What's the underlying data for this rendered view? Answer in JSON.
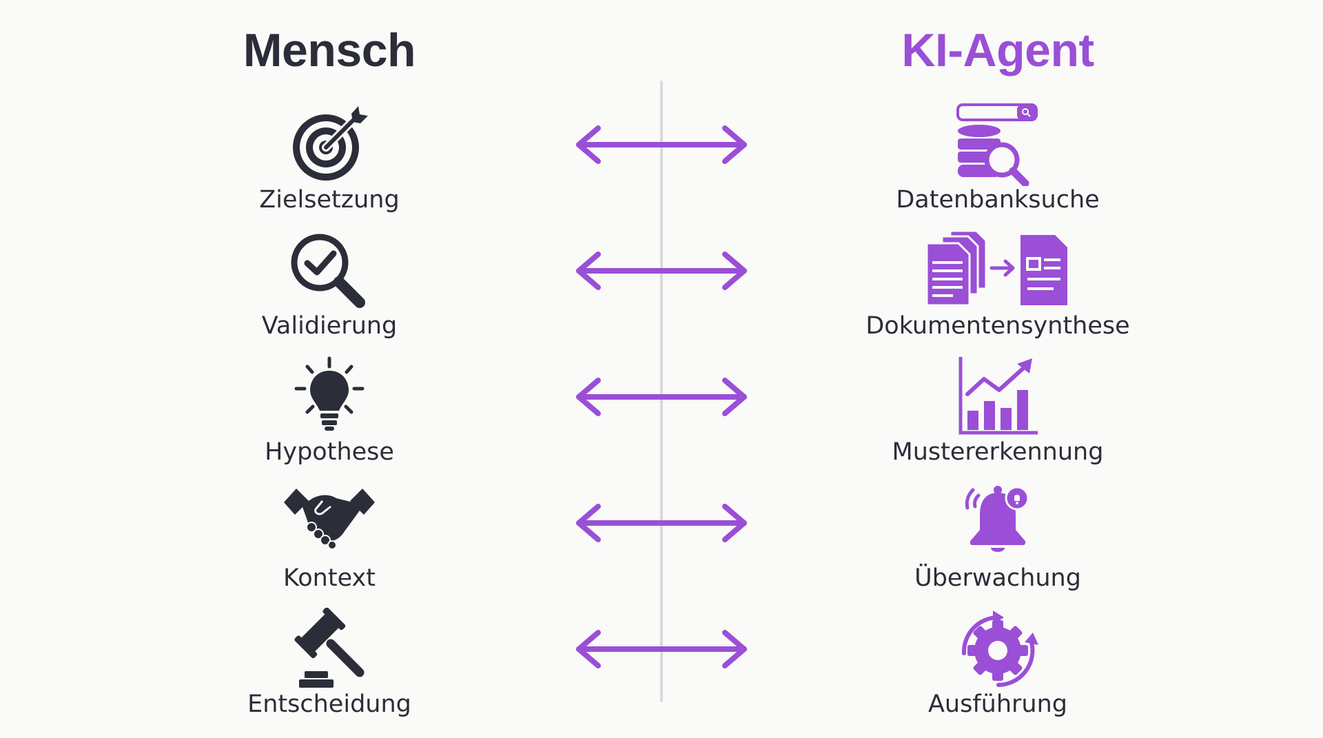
{
  "headers": {
    "human": "Mensch",
    "agent": "KI-Agent"
  },
  "colors": {
    "human": "#2b2d38",
    "agent": "#9a4fd6",
    "divider": "#d9d9d9",
    "background": "#fafaf8"
  },
  "pairs": [
    {
      "human": {
        "label": "Zielsetzung",
        "icon": "target-icon"
      },
      "agent": {
        "label": "Datenbanksuche",
        "icon": "database-search-icon"
      }
    },
    {
      "human": {
        "label": "Validierung",
        "icon": "magnifier-check-icon"
      },
      "agent": {
        "label": "Dokumentensynthese",
        "icon": "documents-synthesis-icon"
      }
    },
    {
      "human": {
        "label": "Hypothese",
        "icon": "lightbulb-icon"
      },
      "agent": {
        "label": "Mustererkennung",
        "icon": "bar-chart-trend-icon"
      }
    },
    {
      "human": {
        "label": "Kontext",
        "icon": "handshake-icon"
      },
      "agent": {
        "label": "Überwachung",
        "icon": "bell-alert-icon"
      }
    },
    {
      "human": {
        "label": "Entscheidung",
        "icon": "gavel-icon"
      },
      "agent": {
        "label": "Ausführung",
        "icon": "gear-cycle-icon"
      }
    }
  ]
}
